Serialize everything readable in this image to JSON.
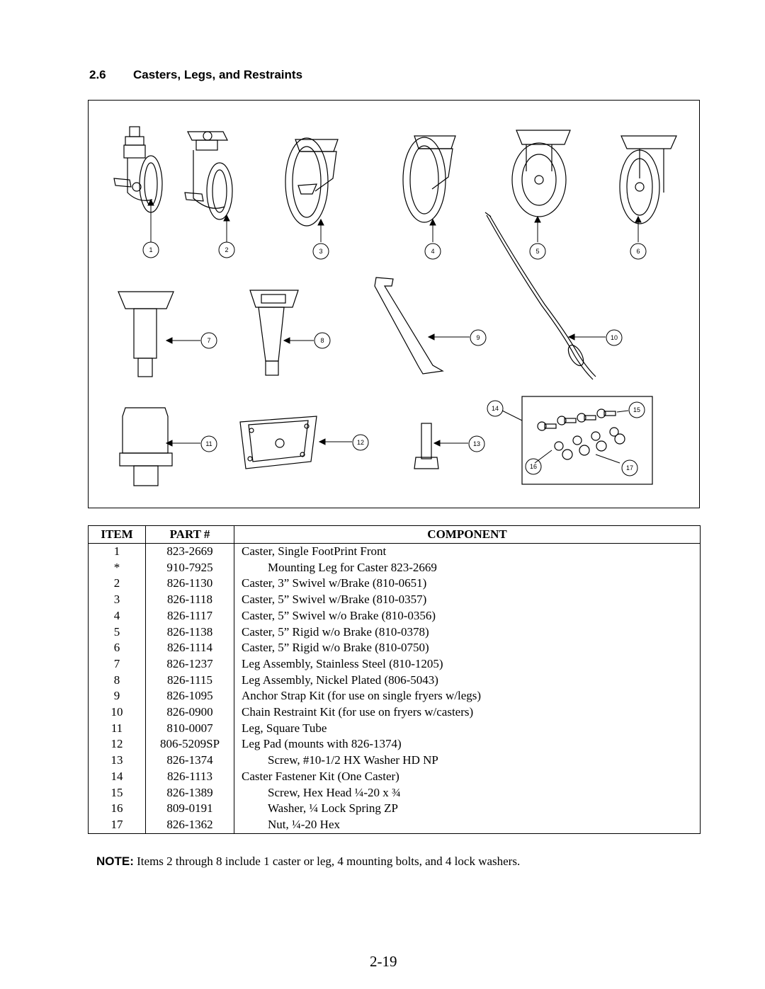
{
  "section": {
    "number": "2.6",
    "title": "Casters, Legs, and Restraints"
  },
  "figure": {
    "callouts": [
      "1",
      "2",
      "3",
      "4",
      "5",
      "6",
      "7",
      "8",
      "9",
      "10",
      "11",
      "12",
      "13",
      "14",
      "15",
      "16",
      "17"
    ]
  },
  "table": {
    "headers": {
      "item": "ITEM",
      "part": "PART #",
      "component": "COMPONENT"
    },
    "rows": [
      {
        "item": "1",
        "part": "823-2669",
        "component": "Caster, Single FootPrint Front",
        "indent": false
      },
      {
        "item": "*",
        "part": "910-7925",
        "component": "Mounting Leg for Caster 823-2669",
        "indent": true
      },
      {
        "item": "2",
        "part": "826-1130",
        "component": "Caster, 3” Swivel w/Brake (810-0651)",
        "indent": false
      },
      {
        "item": "3",
        "part": "826-1118",
        "component": "Caster, 5” Swivel w/Brake (810-0357)",
        "indent": false
      },
      {
        "item": "4",
        "part": "826-1117",
        "component": "Caster, 5” Swivel w/o Brake (810-0356)",
        "indent": false
      },
      {
        "item": "5",
        "part": "826-1138",
        "component": "Caster, 5” Rigid w/o Brake (810-0378)",
        "indent": false
      },
      {
        "item": "6",
        "part": "826-1114",
        "component": "Caster, 5” Rigid w/o Brake (810-0750)",
        "indent": false
      },
      {
        "item": "7",
        "part": "826-1237",
        "component": "Leg Assembly, Stainless Steel (810-1205)",
        "indent": false
      },
      {
        "item": "8",
        "part": "826-1115",
        "component": "Leg Assembly, Nickel Plated  (806-5043)",
        "indent": false
      },
      {
        "item": "9",
        "part": "826-1095",
        "component": "Anchor Strap Kit (for use on single fryers w/legs)",
        "indent": false
      },
      {
        "item": "10",
        "part": "826-0900",
        "component": "Chain Restraint Kit (for use on fryers w/casters)",
        "indent": false
      },
      {
        "item": "11",
        "part": "810-0007",
        "component": "Leg, Square Tube",
        "indent": false
      },
      {
        "item": "12",
        "part": "806-5209SP",
        "component": "Leg Pad (mounts with 826-1374)",
        "indent": false
      },
      {
        "item": "13",
        "part": "826-1374",
        "component": "Screw, #10-1/2 HX Washer HD NP",
        "indent": true
      },
      {
        "item": "14",
        "part": "826-1113",
        "component": "Caster Fastener Kit (One Caster)",
        "indent": false
      },
      {
        "item": "15",
        "part": "826-1389",
        "component": "Screw, Hex Head ¼-20 x ¾",
        "indent": true
      },
      {
        "item": "16",
        "part": "809-0191",
        "component": "Washer, ¼ Lock Spring ZP",
        "indent": true
      },
      {
        "item": "17",
        "part": "826-1362",
        "component": "Nut, ¼-20 Hex",
        "indent": true
      }
    ]
  },
  "note": {
    "label": "NOTE:",
    "text": "Items 2 through 8 include 1 caster or leg, 4 mounting bolts, and 4 lock washers."
  },
  "page_number": "2-19"
}
